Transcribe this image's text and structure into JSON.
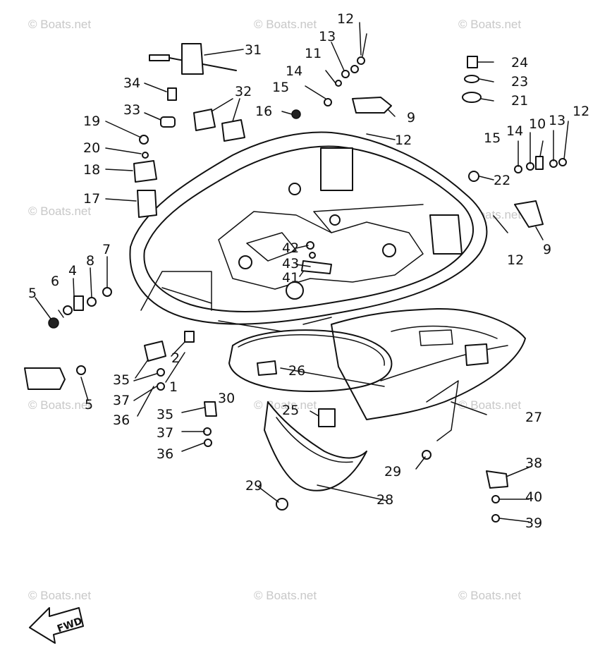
{
  "watermark": "© Boats.net",
  "direction_label": "FWD",
  "callouts": {
    "c1": "1",
    "c2": "2",
    "c4": "4",
    "c5a": "5",
    "c5b": "5",
    "c6": "6",
    "c7": "7",
    "c8": "8",
    "c9a": "9",
    "c9b": "9",
    "c10": "10",
    "c11": "11",
    "c12a": "12",
    "c12b": "12",
    "c12c": "12",
    "c12d": "12",
    "c13a": "13",
    "c13b": "13",
    "c14a": "14",
    "c14b": "14",
    "c15a": "15",
    "c15b": "15",
    "c16": "16",
    "c17": "17",
    "c18": "18",
    "c19": "19",
    "c20": "20",
    "c21": "21",
    "c22": "22",
    "c23": "23",
    "c24": "24",
    "c25": "25",
    "c26": "26",
    "c27": "27",
    "c28": "28",
    "c29a": "29",
    "c29b": "29",
    "c30": "30",
    "c31": "31",
    "c32": "32",
    "c33": "33",
    "c34": "34",
    "c35a": "35",
    "c35b": "35",
    "c36a": "36",
    "c36b": "36",
    "c37a": "37",
    "c37b": "37",
    "c38": "38",
    "c39": "39",
    "c40": "40",
    "c41": "41",
    "c42": "42",
    "c43": "43"
  }
}
